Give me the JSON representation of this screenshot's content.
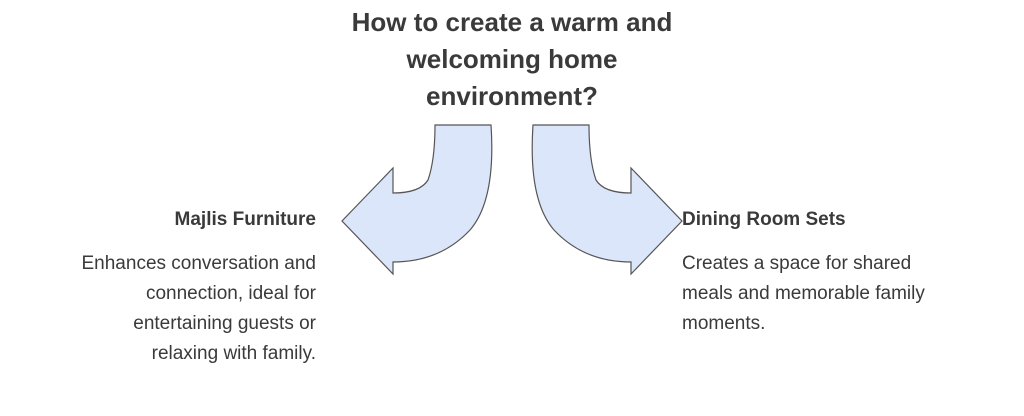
{
  "title": "How to create a warm and\nwelcoming home\nenvironment?",
  "colors": {
    "arrow_fill": "#dce6fb",
    "arrow_stroke": "#555555",
    "text": "#3a3a3a"
  },
  "options": [
    {
      "heading": "Majlis Furniture",
      "description": "Enhances conversation and\nconnection, ideal for\nentertaining guests or\nrelaxing with family."
    },
    {
      "heading": "Dining Room Sets",
      "description": "Creates a space for shared\nmeals and memorable family\nmoments."
    }
  ]
}
